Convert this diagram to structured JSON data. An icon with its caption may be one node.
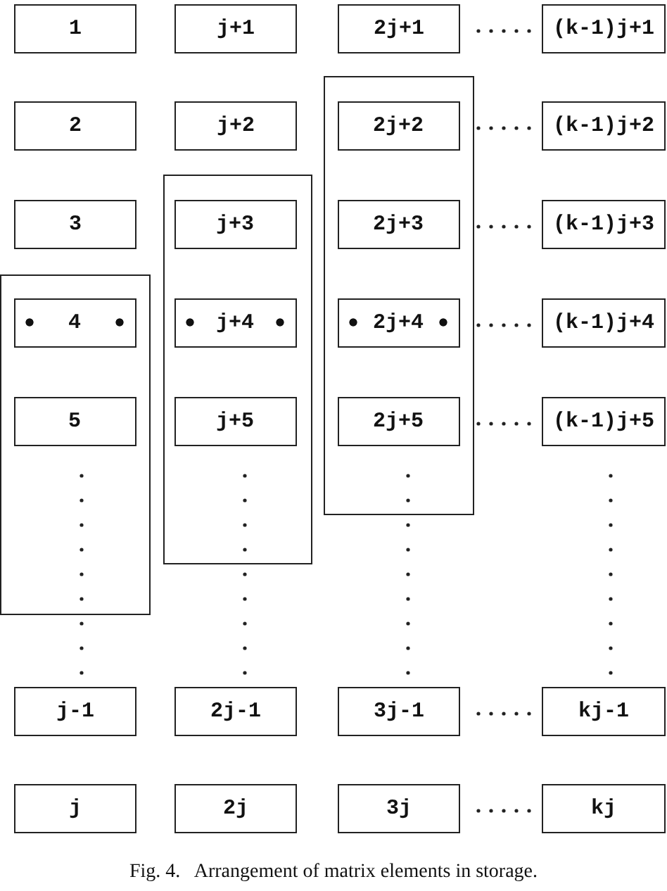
{
  "diagram": {
    "caption": "Fig. 4.   Arrangement of matrix elements in storage.",
    "nodes": [
      {
        "text": [
          "1"
        ]
      },
      {
        "text": [
          "2"
        ]
      },
      {
        "text": [
          "3"
        ]
      },
      {
        "text": [],
        "shape": "box"
      },
      {
        "text": [
          "4"
        ],
        "in": 3
      },
      {
        "text": [
          "5"
        ],
        "in": 3
      },
      {
        "text": [
          "j-1"
        ]
      },
      {
        "text": [
          "j"
        ]
      },
      {
        "text": [
          "j+1"
        ]
      },
      {
        "text": [
          "j+2"
        ]
      },
      {
        "text": [],
        "shape": "box"
      },
      {
        "text": [
          "j+3"
        ],
        "in": 10
      },
      {
        "text": [
          "j+4"
        ],
        "in": 10
      },
      {
        "text": [
          "j+5"
        ],
        "in": 10
      },
      {
        "text": [
          "2j-1"
        ]
      },
      {
        "text": [
          "2j"
        ]
      },
      {
        "text": [
          "2j+1"
        ]
      },
      {
        "text": [],
        "shape": "box"
      },
      {
        "text": [
          "2j+2"
        ],
        "in": 17
      },
      {
        "text": [
          "2j+3"
        ],
        "in": 17
      },
      {
        "text": [
          "2j+4"
        ],
        "in": 17
      },
      {
        "text": [
          "2j+5"
        ],
        "in": 17
      },
      {
        "text": [
          "3j-1"
        ]
      },
      {
        "text": [
          "3j"
        ]
      },
      {
        "text": [
          "(k-1)j+1"
        ]
      },
      {
        "text": [
          "(k-1)j+2"
        ]
      },
      {
        "text": [
          "(k-1)j+3"
        ]
      },
      {
        "text": [
          "(k-1)j+4"
        ]
      },
      {
        "text": [
          "(k-1)j+5"
        ]
      },
      {
        "text": [
          "kj-1"
        ]
      },
      {
        "text": [
          "kj"
        ]
      }
    ],
    "edges": []
  }
}
